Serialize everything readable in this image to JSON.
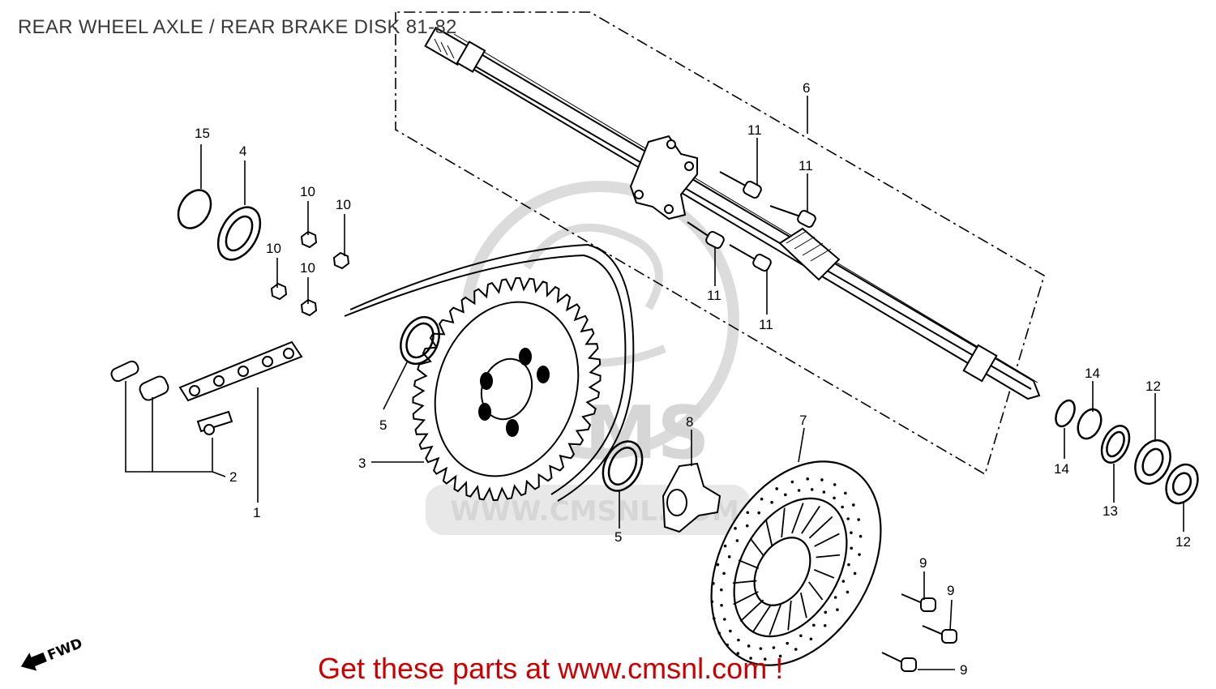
{
  "title": "REAR WHEEL AXLE / REAR BRAKE DISK 81-82",
  "footer": "Get these parts at www.cmsnl.com !",
  "watermark": {
    "brand": "CMS",
    "url": "WWW.CMSNL.COM",
    "color": "#d2d2d2"
  },
  "direction_marker": "FWD",
  "callouts": {
    "c1": "1",
    "c2": "2",
    "c3": "3",
    "c4": "4",
    "c5a": "5",
    "c5b": "5",
    "c6": "6",
    "c7": "7",
    "c8": "8",
    "c9a": "9",
    "c9b": "9",
    "c9c": "9",
    "c10a": "10",
    "c10b": "10",
    "c10c": "10",
    "c10d": "10",
    "c11a": "11",
    "c11b": "11",
    "c11c": "11",
    "c11d": "11",
    "c12a": "12",
    "c12b": "12",
    "c13": "13",
    "c14a": "14",
    "c14b": "14",
    "c15": "15"
  },
  "colors": {
    "ink": "#000000",
    "title": "#3a3a3a",
    "footer": "#cc0000"
  }
}
